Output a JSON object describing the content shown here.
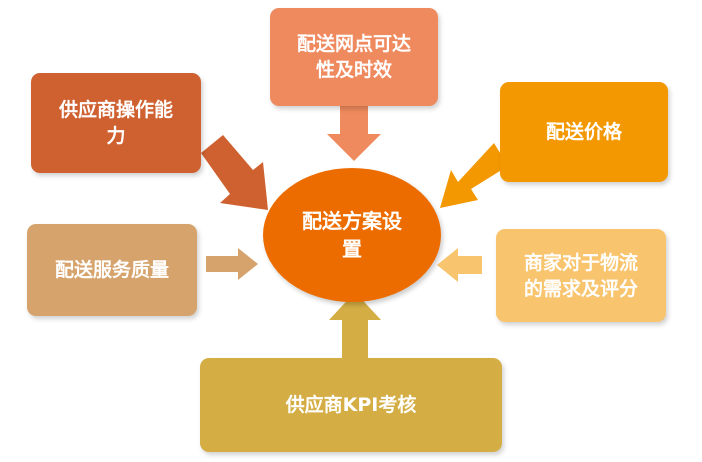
{
  "center": {
    "label": "配送方案设\n置",
    "color": "#ED6C00"
  },
  "factors": [
    {
      "id": "coverage",
      "label": "配送网点可达\n性及时效",
      "color": "#EF8A5E",
      "arrow": "#EF8A5E"
    },
    {
      "id": "operation",
      "label": "供应商操作能\n力",
      "color": "#CF6131",
      "arrow": "#CF6131"
    },
    {
      "id": "price",
      "label": "配送价格",
      "color": "#F39800",
      "arrow": "#F39800"
    },
    {
      "id": "quality",
      "label": "配送服务质量",
      "color": "#D7A36C",
      "arrow": "#D7A36C"
    },
    {
      "id": "merchant",
      "label": "商家对于物流\n的需求及评分",
      "color": "#F9C46E",
      "arrow": "#F9C46E"
    },
    {
      "id": "kpi",
      "label": "供应商KPI考核",
      "color": "#D4AE45",
      "arrow": "#D4AE45"
    }
  ]
}
